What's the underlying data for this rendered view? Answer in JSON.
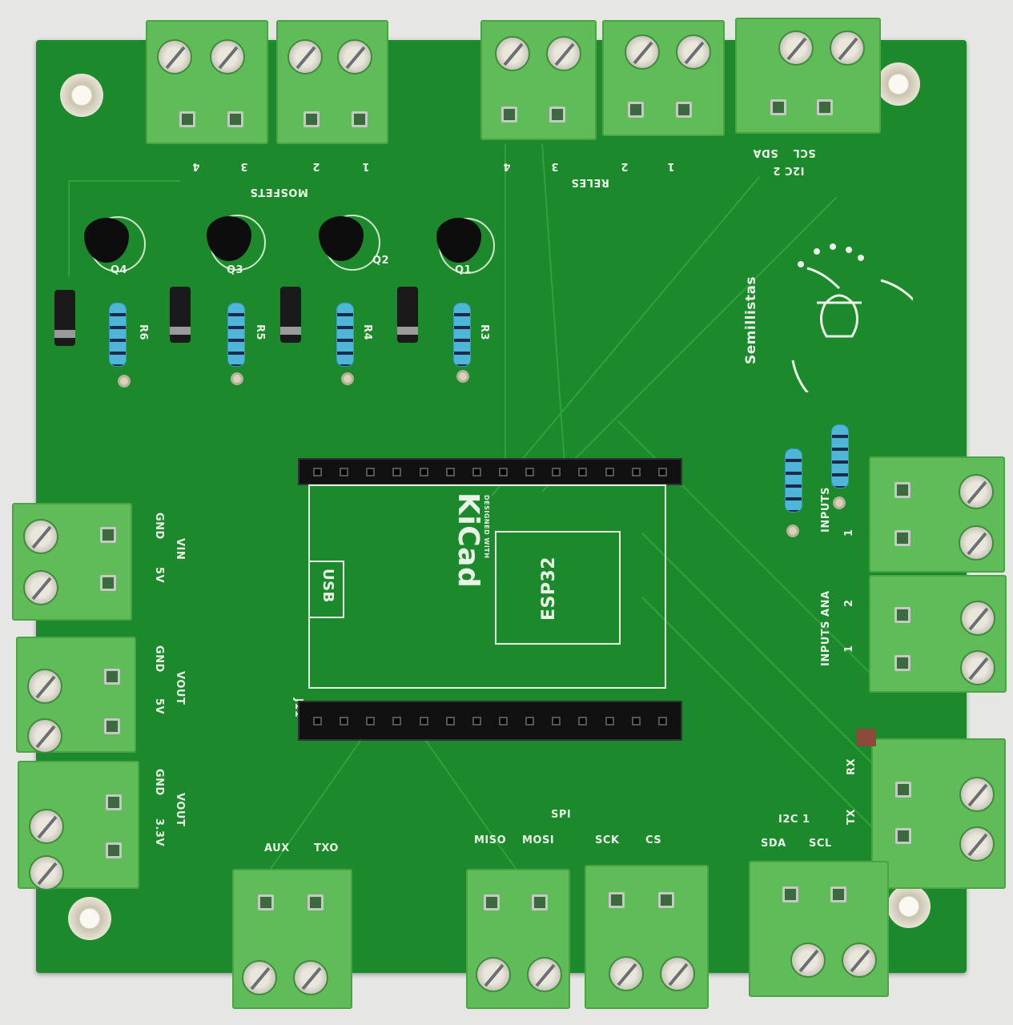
{
  "board": {
    "mosfets": {
      "title": "MOSFETS",
      "pins": [
        "4",
        "3",
        "2",
        "1"
      ]
    },
    "reles": {
      "title": "RELES",
      "pins": [
        "4",
        "3",
        "2",
        "1"
      ]
    },
    "i2c2": {
      "title": "I2C 2",
      "pins": [
        "SDA",
        "SCL"
      ]
    },
    "logo_text": "Semillistas",
    "transistors": [
      "Q4",
      "Q3",
      "Q2",
      "Q1"
    ],
    "resistors": [
      "R6",
      "R5",
      "R4",
      "R3"
    ],
    "inputs": {
      "title": "INPUTS",
      "pin": "1"
    },
    "inputs_ana": {
      "title": "INPUTS ANA",
      "pins": [
        "2",
        "1"
      ]
    },
    "uart": {
      "pins": [
        "RX",
        "TX"
      ]
    },
    "i2c1": {
      "title": "I2C 1",
      "pins": [
        "SDA",
        "SCL"
      ]
    },
    "spi": {
      "title": "SPI",
      "pins": [
        "MISO",
        "MOSI",
        "SCK",
        "CS"
      ]
    },
    "aux": {
      "pins": [
        "AUX",
        "TXO"
      ]
    },
    "power": [
      {
        "name": "VIN",
        "pins": [
          "GND",
          "5V"
        ]
      },
      {
        "name": "VOUT",
        "pins": [
          "GND",
          "5V"
        ]
      },
      {
        "name": "VOUT",
        "pins": [
          "GND",
          "3.3V"
        ]
      }
    ],
    "module": {
      "ref": "J11",
      "usb": "USB",
      "chip": "ESP32",
      "kicad": "KiCad",
      "kicad_sub": "DESIGNED WITH"
    }
  }
}
